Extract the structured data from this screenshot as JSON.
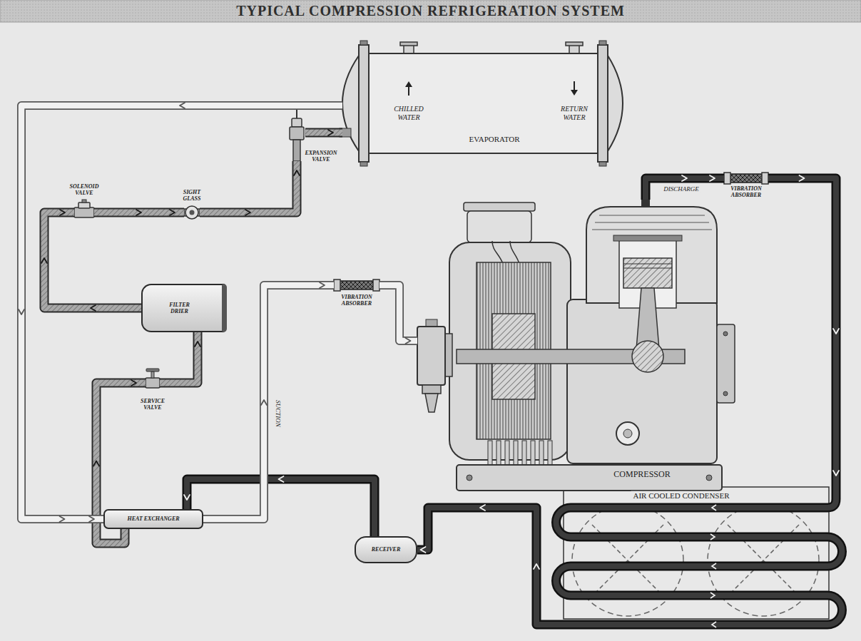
{
  "diagram": {
    "title": "TYPICAL COMPRESSION REFRIGERATION SYSTEM",
    "nodes": [
      {
        "text": [
          "CHILLED WATER",
          "RETURN WATER",
          "EVAPORATOR"
        ]
      },
      {
        "text": [
          "EXPANSION VALVE"
        ]
      },
      {
        "text": [
          "SOLENOID VALVE"
        ]
      },
      {
        "text": [
          "SIGHT GLASS"
        ]
      },
      {
        "text": [
          "VIBRATION ABSORBER"
        ]
      },
      {
        "text": [
          "FILTER DRIER"
        ]
      },
      {
        "text": [
          "VIBRATION ABSORBER"
        ]
      },
      {
        "text": [
          "COMPRESSOR"
        ]
      },
      {
        "text": [
          "SERVICE VALVE"
        ]
      },
      {
        "text": [
          "HEAT EXCHANGER"
        ]
      },
      {
        "text": [
          "AIR COOLED CONDENSER"
        ]
      },
      {
        "text": [
          "RECEIVER"
        ]
      }
    ],
    "edges": [
      {
        "from": 7,
        "to": 4,
        "label": "DISCHARGE",
        "arrow": "to"
      },
      {
        "from": 4,
        "to": 10,
        "arrow": "to"
      },
      {
        "from": 10,
        "to": 11,
        "arrow": "to"
      },
      {
        "from": 11,
        "to": 9,
        "arrow": "to"
      },
      {
        "from": 9,
        "to": 8,
        "arrow": "to"
      },
      {
        "from": 8,
        "to": 5,
        "arrow": "to"
      },
      {
        "from": 5,
        "to": 2,
        "arrow": "to"
      },
      {
        "from": 2,
        "to": 3,
        "arrow": "to"
      },
      {
        "from": 3,
        "to": 1,
        "arrow": "to"
      },
      {
        "from": 1,
        "to": 0,
        "arrow": "to"
      },
      {
        "from": 0,
        "to": 9,
        "arrow": "to"
      },
      {
        "from": 9,
        "to": 6,
        "label": "SUCTION",
        "arrow": "to"
      },
      {
        "from": 6,
        "to": 7,
        "arrow": "to"
      }
    ]
  }
}
